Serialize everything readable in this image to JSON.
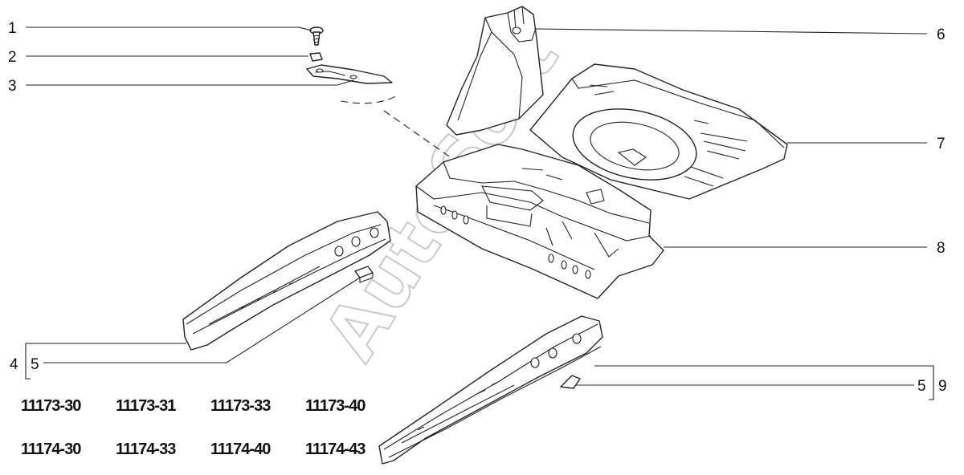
{
  "watermark": "AutoSoft",
  "callouts": [
    "1",
    "2",
    "3",
    "4",
    "5",
    "6",
    "7",
    "8",
    "5",
    "9"
  ],
  "model_codes": {
    "row1": [
      "11173-30",
      "11173-31",
      "11173-33",
      "11173-40"
    ],
    "row2": [
      "11174-30",
      "11174-33",
      "11174-40",
      "11174-43"
    ]
  },
  "parts": {
    "screw": "screw-icon",
    "clip_nut": "clip-nut-icon",
    "bracket": "bracket-plate-icon",
    "rear_sill_left": "sill-panel-left-icon",
    "sill_plug_left": "plug-left-icon",
    "wheel_arch_panel": "wheel-arch-panel-icon",
    "trunk_floor": "trunk-floor-panel-icon",
    "rear_floor": "rear-floor-panel-icon",
    "rear_sill_right": "sill-panel-right-icon",
    "sill_plug_right": "plug-right-icon"
  }
}
